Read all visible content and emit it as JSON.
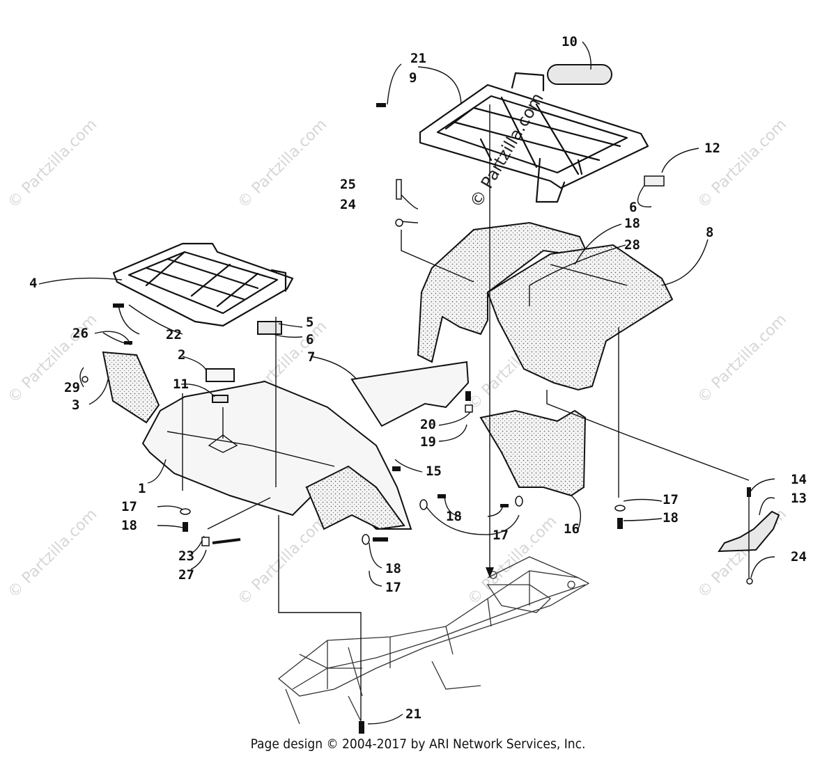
{
  "footer": "Page design © 2004-2017 by ARI Network Services, Inc.",
  "watermark": "© Partzilla.com",
  "callouts": [
    "1",
    "2",
    "3",
    "4",
    "5",
    "6",
    "6",
    "7",
    "8",
    "9",
    "10",
    "11",
    "12",
    "13",
    "14",
    "15",
    "16",
    "17",
    "17",
    "17",
    "17",
    "18",
    "18",
    "18",
    "18",
    "18",
    "19",
    "20",
    "21",
    "21",
    "22",
    "23",
    "24",
    "24",
    "25",
    "26",
    "27",
    "28",
    "29"
  ]
}
